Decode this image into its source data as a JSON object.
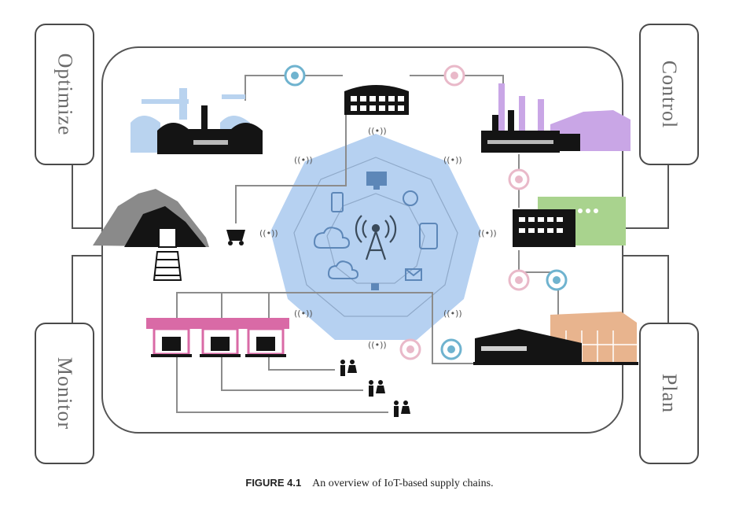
{
  "labels": {
    "optimize": "Optimize",
    "control": "Control",
    "monitor": "Monitor",
    "plan": "Plan"
  },
  "caption": {
    "number": "FIGURE 4.1",
    "text": "An overview of IoT-based supply chains."
  },
  "colors": {
    "hub": "#a9c9ef",
    "frame": "#555555",
    "link": "#8c8c8c",
    "factory": "#b9d3ef",
    "plant": "#c9a6e6",
    "warehouse": "#a9d38e",
    "retail": "#d96aa6",
    "distribution": "#e8b48e",
    "tag_blue": "#6fb3cf",
    "tag_pink": "#e9b9c9",
    "ink": "#141414"
  }
}
